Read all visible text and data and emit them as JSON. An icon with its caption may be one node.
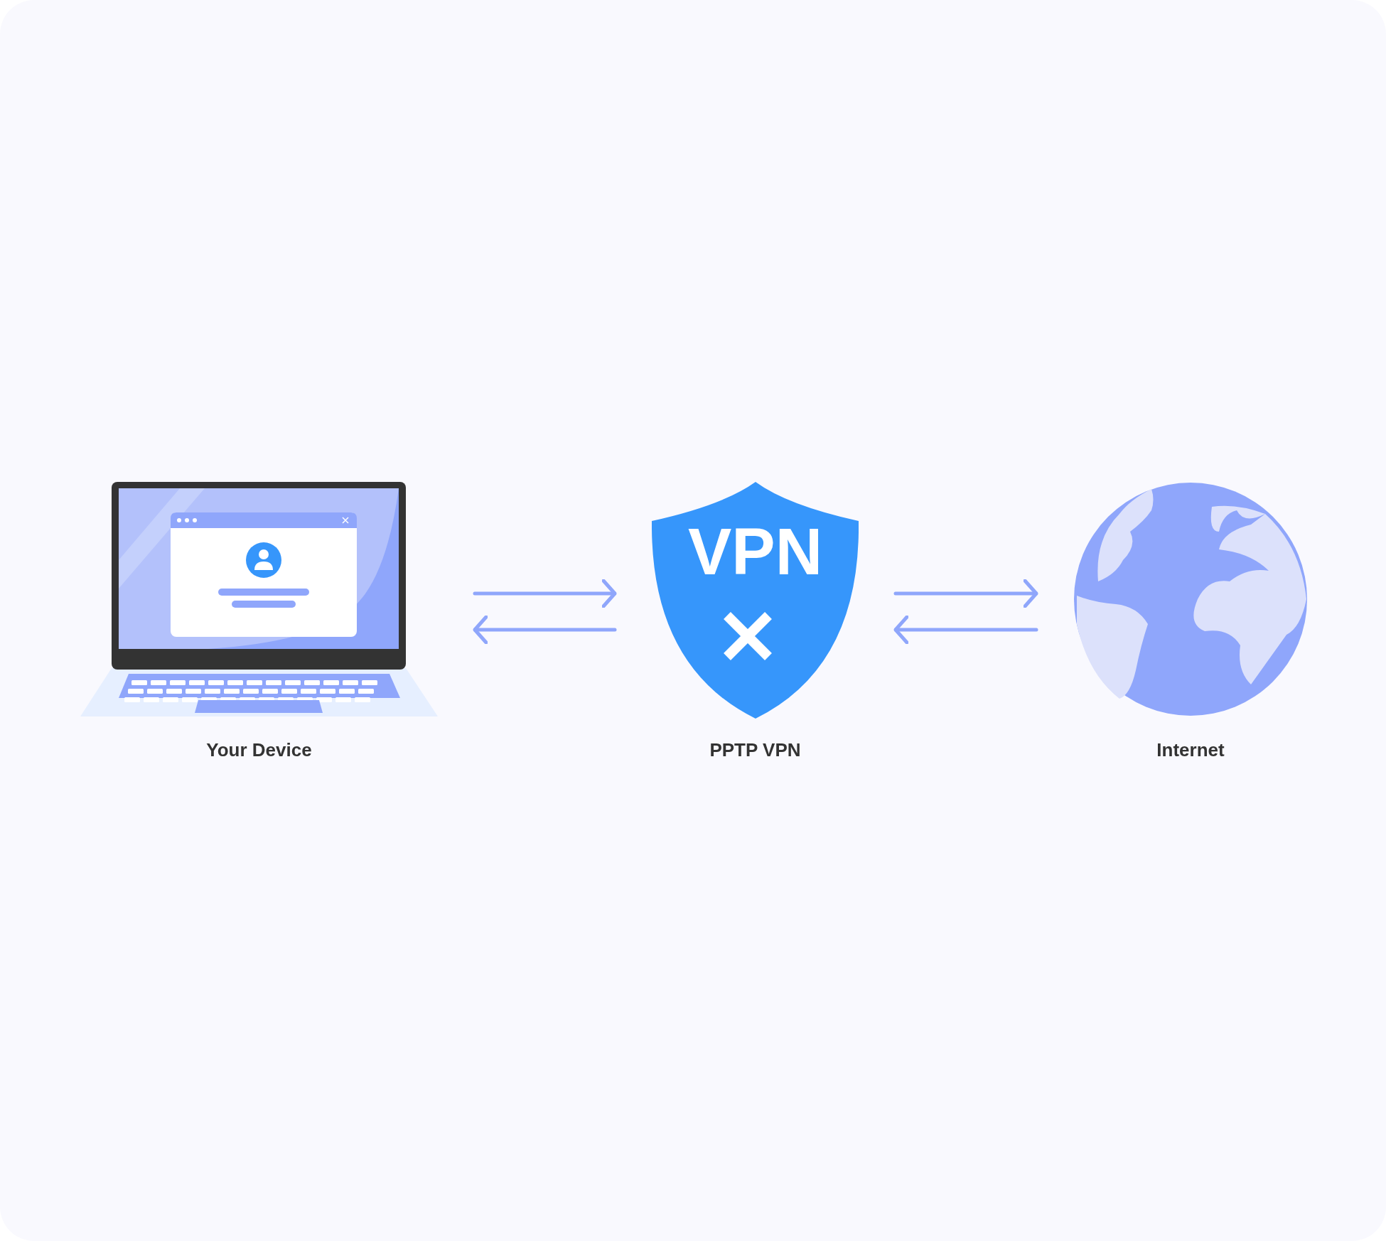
{
  "diagram": {
    "nodes": [
      {
        "text": [
          "Your Device"
        ]
      },
      {
        "text": [
          "VPN",
          "PPTP VPN"
        ]
      },
      {
        "text": [
          "Internet"
        ]
      }
    ],
    "edges": [
      {
        "from": 0,
        "to": 1,
        "arrow": "to"
      },
      {
        "from": 1,
        "to": 0,
        "arrow": "to"
      },
      {
        "from": 1,
        "to": 2,
        "arrow": "to"
      },
      {
        "from": 2,
        "to": 1,
        "arrow": "to"
      }
    ]
  }
}
